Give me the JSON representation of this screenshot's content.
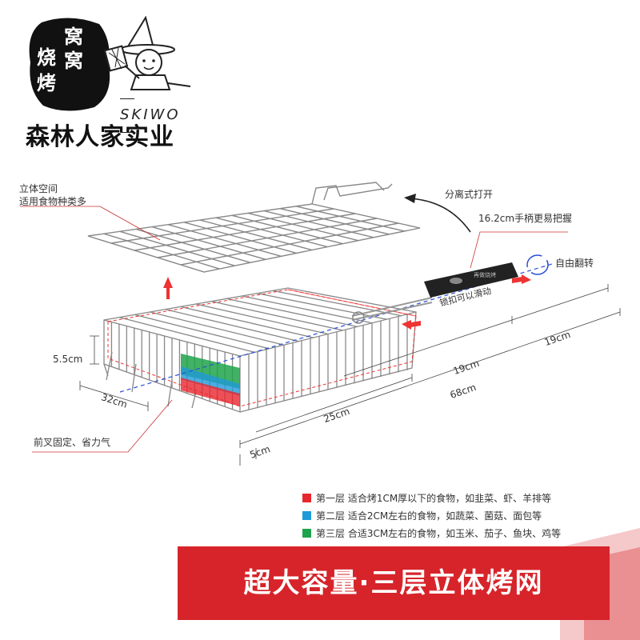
{
  "brand": {
    "logo_chars": [
      "窝",
      "窝",
      "烧",
      "烤"
    ],
    "english": "SKIWO",
    "chinese": "森林人家实业"
  },
  "callouts": {
    "space_line1": "立体空间",
    "space_line2": "适用食物种类多",
    "detach": "分离式打开",
    "handle": "16.2cm手柄更易把握",
    "rotate": "自由翻转",
    "lock": "锁扣可以滑动",
    "fork": "前叉固定、省力气"
  },
  "dimensions": {
    "height": "5.5cm",
    "depth": "32cm",
    "basket": "25cm",
    "mid": "19cm",
    "handle_len": "19cm",
    "total": "68cm",
    "offset": "5cm"
  },
  "legend": [
    {
      "color": "#e8262d",
      "text": "第一层 适合烤1CM厚以下的食物，如韭菜、虾、羊排等"
    },
    {
      "color": "#1f9ad8",
      "text": "第二层 适合2CM左右的食物，如蔬菜、菌菇、面包等"
    },
    {
      "color": "#1fa34a",
      "text": "第三层 合适3CM左右的食物，如玉米、茄子、鱼块、鸡等"
    }
  ],
  "banner": {
    "text": "超大容量·三层立体烤网",
    "color": "#d6242a"
  },
  "colors": {
    "accent": "#d6242a",
    "wire": "#888888"
  }
}
